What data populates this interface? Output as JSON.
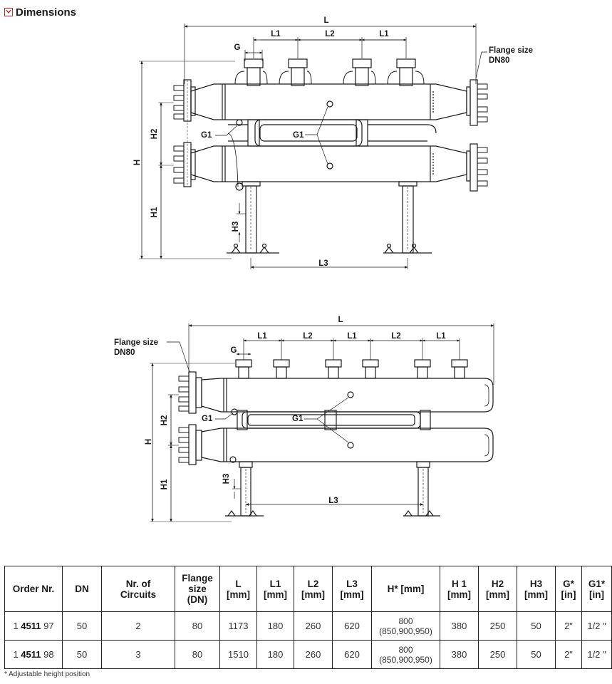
{
  "section": {
    "title": "Dimensions",
    "icon": "checkbox-icon"
  },
  "drawing1": {
    "labels": {
      "L": "L",
      "L1a": "L1",
      "L2": "L2",
      "L1b": "L1",
      "G": "G",
      "flange": "Flange size",
      "flange_dn": "DN80",
      "H": "H",
      "H2": "H2",
      "H1": "H1",
      "H3": "H3",
      "G1a": "G1",
      "G1b": "G1",
      "L3": "L3"
    }
  },
  "drawing2": {
    "labels": {
      "L": "L",
      "L1a": "L1",
      "L2a": "L2",
      "L1b": "L1",
      "L2b": "L2",
      "L1c": "L1",
      "G": "G",
      "flange": "Flange size",
      "flange_dn": "DN80",
      "H": "H",
      "H2": "H2",
      "H1": "H1",
      "H3": "H3",
      "G1a": "G1",
      "G1b": "G1",
      "L3": "L3"
    }
  },
  "table": {
    "headers": {
      "order": "Order Nr.",
      "dn": "DN",
      "circuits_1": "Nr. of",
      "circuits_2": "Circuits",
      "flange_1": "Flange",
      "flange_2": "size",
      "flange_3": "(DN)",
      "l_1": "L",
      "l_2": "[mm]",
      "l1_1": "L1",
      "l1_2": "[mm]",
      "l2_1": "L2",
      "l2_2": "[mm]",
      "l3_1": "L3",
      "l3_2": "[mm]",
      "h": "H* [mm]",
      "h1_1": "H 1",
      "h1_2": "[mm]",
      "h2_1": "H2",
      "h2_2": "[mm]",
      "h3_1": "H3",
      "h3_2": "[mm]",
      "g_1": "G*",
      "g_2": "[in]",
      "g1_1": "G1*",
      "g1_2": "[in]"
    },
    "rows": [
      {
        "order_pre": "1 ",
        "order_bold": "4511",
        "order_post": " 97",
        "dn": "50",
        "circuits": "2",
        "flange": "80",
        "l": "1173",
        "l1": "180",
        "l2": "260",
        "l3": "620",
        "h_main": "800",
        "h_alt": "(850,900,950)",
        "h1": "380",
        "h2": "250",
        "h3": "50",
        "g": "2\"",
        "g1": "1/2 \""
      },
      {
        "order_pre": "1 ",
        "order_bold": "4511",
        "order_post": " 98",
        "dn": "50",
        "circuits": "3",
        "flange": "80",
        "l": "1510",
        "l1": "180",
        "l2": "260",
        "l3": "620",
        "h_main": "800",
        "h_alt": "(850,900,950)",
        "h1": "380",
        "h2": "250",
        "h3": "50",
        "g": "2\"",
        "g1": "1/2 \""
      }
    ]
  },
  "footnote": "* Adjustable height position"
}
